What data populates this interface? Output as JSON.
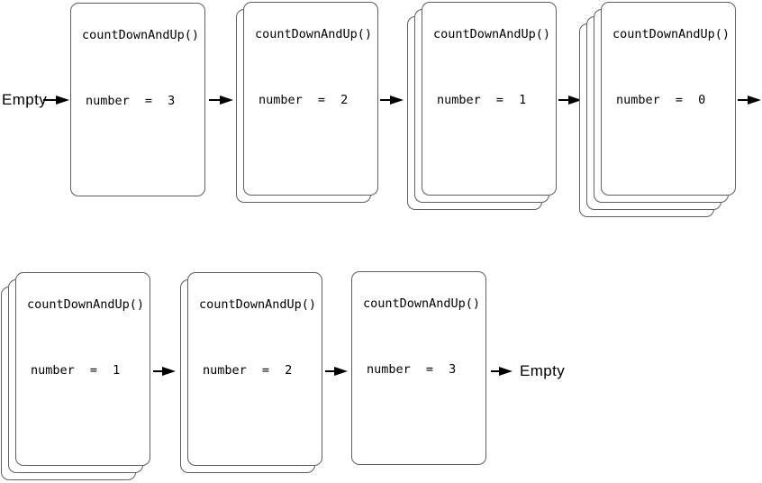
{
  "diagram": {
    "start_label": "Empty",
    "end_label": "Empty",
    "rows": [
      {
        "stacks": [
          {
            "function": "countDownAndUp()",
            "variable": "number = 3",
            "layers": 1
          },
          {
            "function": "countDownAndUp()",
            "variable": "number = 2",
            "layers": 2
          },
          {
            "function": "countDownAndUp()",
            "variable": "number = 1",
            "layers": 3
          },
          {
            "function": "countDownAndUp()",
            "variable": "number = 0",
            "layers": 4
          }
        ]
      },
      {
        "stacks": [
          {
            "function": "countDownAndUp()",
            "variable": "number = 1",
            "layers": 3
          },
          {
            "function": "countDownAndUp()",
            "variable": "number = 2",
            "layers": 2
          },
          {
            "function": "countDownAndUp()",
            "variable": "number = 3",
            "layers": 1
          }
        ]
      }
    ],
    "icons": {
      "flow_arrow": "right-arrow ►"
    },
    "colors": {
      "background": "#ffffff",
      "card_border": "#5e5e5e",
      "text": "#000000",
      "arrow": "#000000"
    }
  }
}
